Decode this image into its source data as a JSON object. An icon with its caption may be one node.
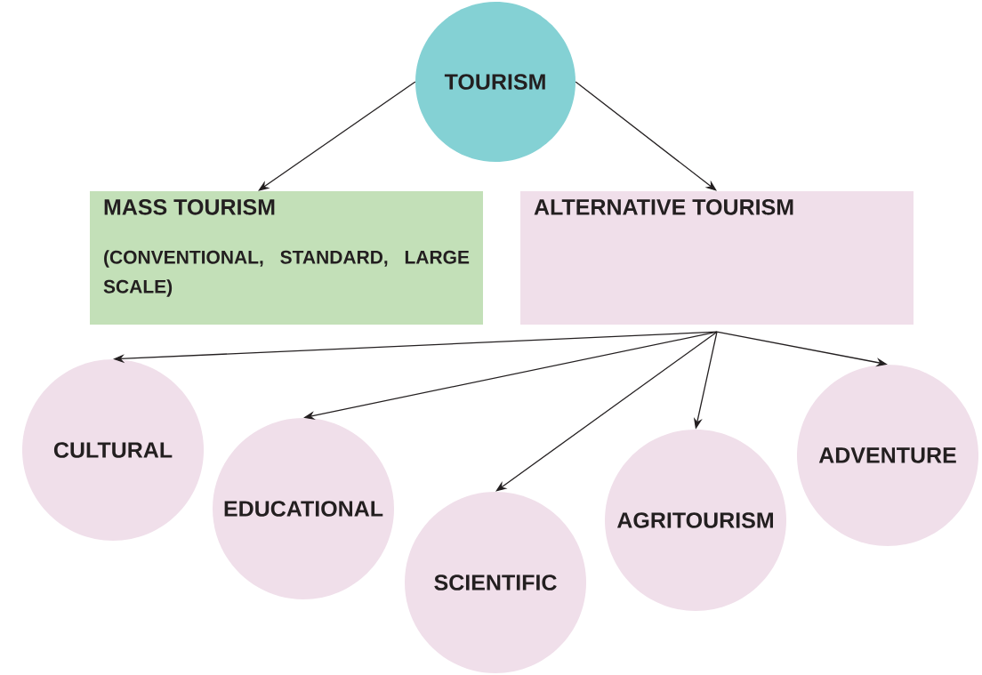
{
  "diagram": {
    "nodes": [
      {
        "text": [
          "TOURISM"
        ]
      },
      {
        "text": [
          "MASS TOURISM",
          "(CONVENTIONAL, STANDARD, LARGE SCALE)"
        ]
      },
      {
        "text": [
          "ALTERNATIVE TOURISM"
        ]
      },
      {
        "text": [
          "CULTURAL"
        ]
      },
      {
        "text": [
          "EDUCATIONAL"
        ]
      },
      {
        "text": [
          "SCIENTIFIC"
        ]
      },
      {
        "text": [
          "AGRITOURISM"
        ]
      },
      {
        "text": [
          "ADVENTURE"
        ]
      }
    ],
    "edges": [
      {
        "from": 0,
        "to": 1,
        "arrow": "to"
      },
      {
        "from": 0,
        "to": 2,
        "arrow": "to"
      },
      {
        "from": 2,
        "to": 3,
        "arrow": "to"
      },
      {
        "from": 2,
        "to": 4,
        "arrow": "to"
      },
      {
        "from": 2,
        "to": 5,
        "arrow": "to"
      },
      {
        "from": 2,
        "to": 6,
        "arrow": "to"
      },
      {
        "from": 2,
        "to": 7,
        "arrow": "to"
      }
    ]
  }
}
